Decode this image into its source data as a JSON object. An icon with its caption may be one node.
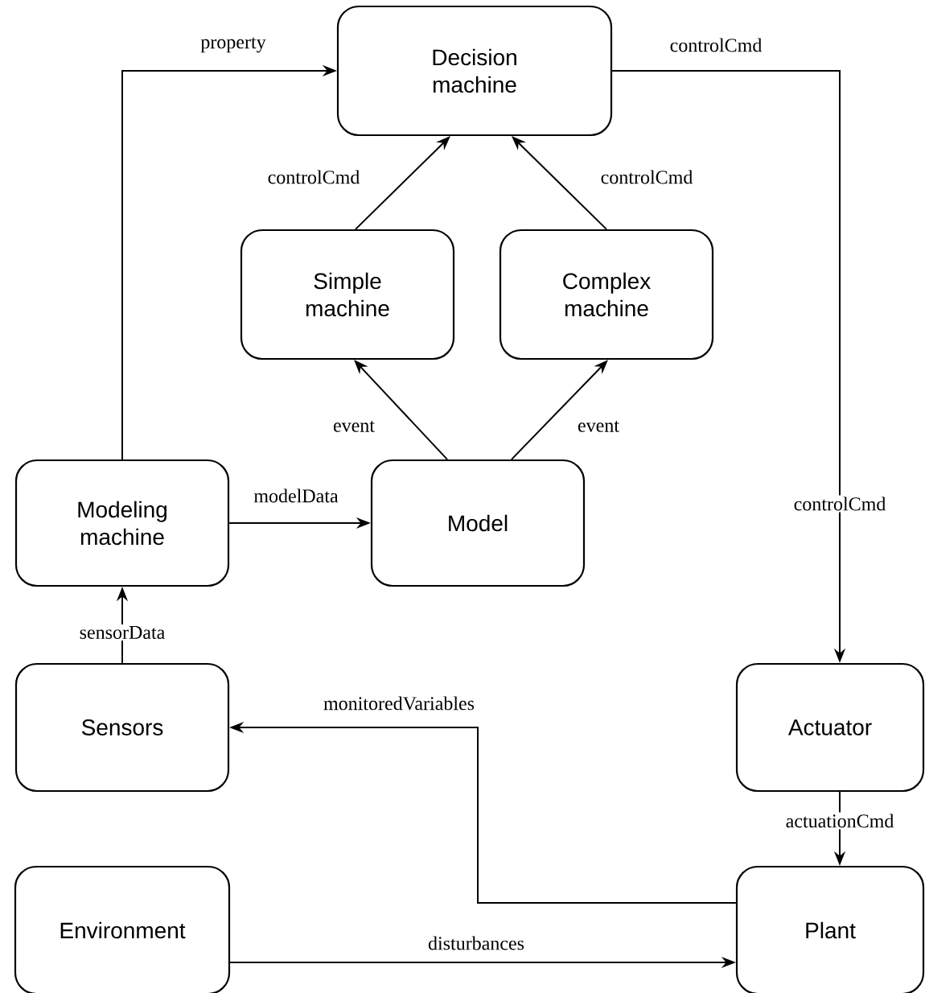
{
  "diagram": {
    "nodes": [
      {
        "text": [
          "Decision machine"
        ]
      },
      {
        "text": [
          "Simple machine"
        ]
      },
      {
        "text": [
          "Complex machine"
        ]
      },
      {
        "text": [
          "Modeling machine"
        ]
      },
      {
        "text": [
          "Model"
        ]
      },
      {
        "text": [
          "Sensors"
        ]
      },
      {
        "text": [
          "Actuator"
        ]
      },
      {
        "text": [
          "Environment"
        ]
      },
      {
        "text": [
          "Plant"
        ]
      }
    ],
    "edges": [
      {
        "from": 3,
        "to": 0,
        "arrow": "to",
        "label": "property"
      },
      {
        "from": 0,
        "to": 6,
        "arrow": "to",
        "label": "controlCmd"
      },
      {
        "from": 1,
        "to": 0,
        "arrow": "to",
        "label": "controlCmd"
      },
      {
        "from": 2,
        "to": 0,
        "arrow": "to",
        "label": "controlCmd"
      },
      {
        "from": 4,
        "to": 1,
        "arrow": "to",
        "label": "event"
      },
      {
        "from": 4,
        "to": 2,
        "arrow": "to",
        "label": "event"
      },
      {
        "from": 3,
        "to": 4,
        "arrow": "to",
        "label": "modelData"
      },
      {
        "from": 5,
        "to": 3,
        "arrow": "to",
        "label": "sensorData"
      },
      {
        "from": 8,
        "to": 5,
        "arrow": "to",
        "label": "monitoredVariables"
      },
      {
        "from": 6,
        "to": 8,
        "arrow": "to",
        "label": "actuationCmd"
      },
      {
        "from": 7,
        "to": 8,
        "arrow": "to",
        "label": "disturbances"
      }
    ],
    "labels": [
      "controlCmd"
    ]
  }
}
